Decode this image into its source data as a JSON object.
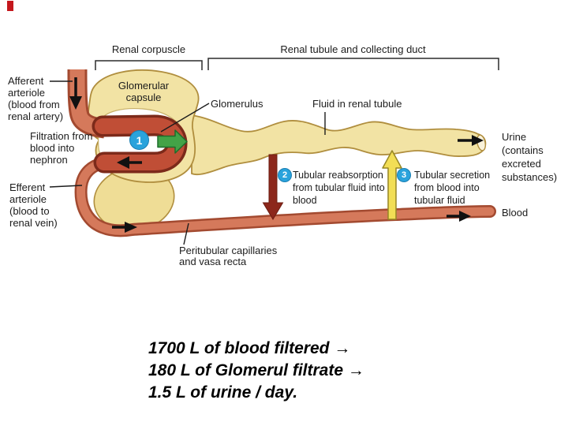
{
  "slide": {
    "corner_marker_color": "#c4171c"
  },
  "brackets": {
    "left_label": "Renal corpuscle",
    "right_label": "Renal tubule and collecting duct"
  },
  "labels": {
    "afferent_arteriole": [
      "Afferent",
      "arteriole",
      "(blood from",
      "renal artery)"
    ],
    "glomerular_capsule": [
      "Glomerular",
      "capsule"
    ],
    "glomerulus": "Glomerulus",
    "fluid_in_renal_tubule": "Fluid in renal tubule",
    "efferent_arteriole": [
      "Efferent",
      "arteriole",
      "(blood to",
      "renal vein)"
    ],
    "urine": [
      "Urine",
      "(contains",
      "excreted",
      "substances)"
    ],
    "blood": "Blood",
    "peritubular_capillaries": [
      "Peritubular capillaries",
      "and vasa recta"
    ]
  },
  "steps": [
    {
      "number": "1",
      "lines": [
        "Filtration from",
        "blood into",
        "nephron"
      ]
    },
    {
      "number": "2",
      "lines": [
        "Tubular reabsorption",
        "from tubular fluid into",
        "blood"
      ]
    },
    {
      "number": "3",
      "lines": [
        "Tubular secretion",
        "from blood into",
        "tubular fluid"
      ]
    }
  ],
  "caption": {
    "lines": [
      "1700 L of blood filtered →",
      "180 L of Glomerul filtrate →",
      "1.5 L of urine / day."
    ]
  },
  "colors": {
    "tubule_fill": "#f2e3a4",
    "tubule_stroke": "#b08e3e",
    "vessel_fill": "#d5795b",
    "vessel_stroke": "#a34a30",
    "glomerulus_fill": "#c04e36",
    "glomerulus_stroke": "#7c2a1a",
    "step_circle": "#2aa3dc",
    "filtration_arrow": "#43a347",
    "reabsorption_arrow": "#8c271b",
    "secretion_arrow": "#f2de55"
  }
}
